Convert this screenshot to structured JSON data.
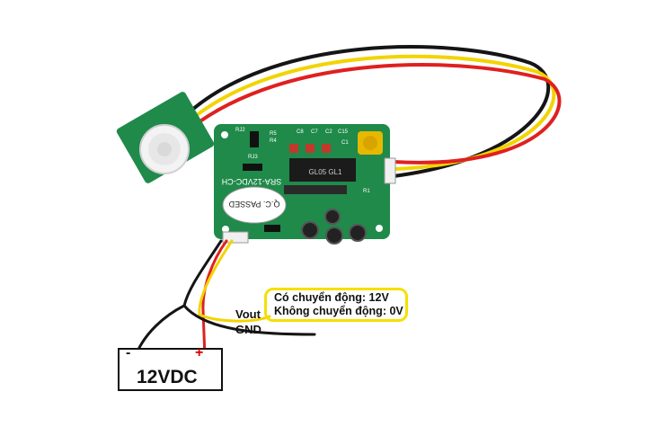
{
  "board": {
    "model_text": "SRA-12VDC-CH",
    "qc_text": "Q.C. PASSED",
    "ic_text": "GL05 GL1",
    "component_labels": [
      "RJ2",
      "R5",
      "R4",
      "RJ3",
      "C8",
      "C7",
      "C2",
      "C15",
      "C1",
      "R1"
    ]
  },
  "annotations": {
    "vout": "Vout",
    "gnd": "GND",
    "minus": "-",
    "plus": "+",
    "power_supply": "12VDC",
    "callout_line1": "Có chuyển động: 12V",
    "callout_line2": "Không chuyển động: 0V"
  },
  "colors": {
    "pcb": "#1f8a4a",
    "wire_black": "#151515",
    "wire_red": "#e02020",
    "wire_yellow": "#f2d400",
    "callout_border": "#f5e000"
  }
}
